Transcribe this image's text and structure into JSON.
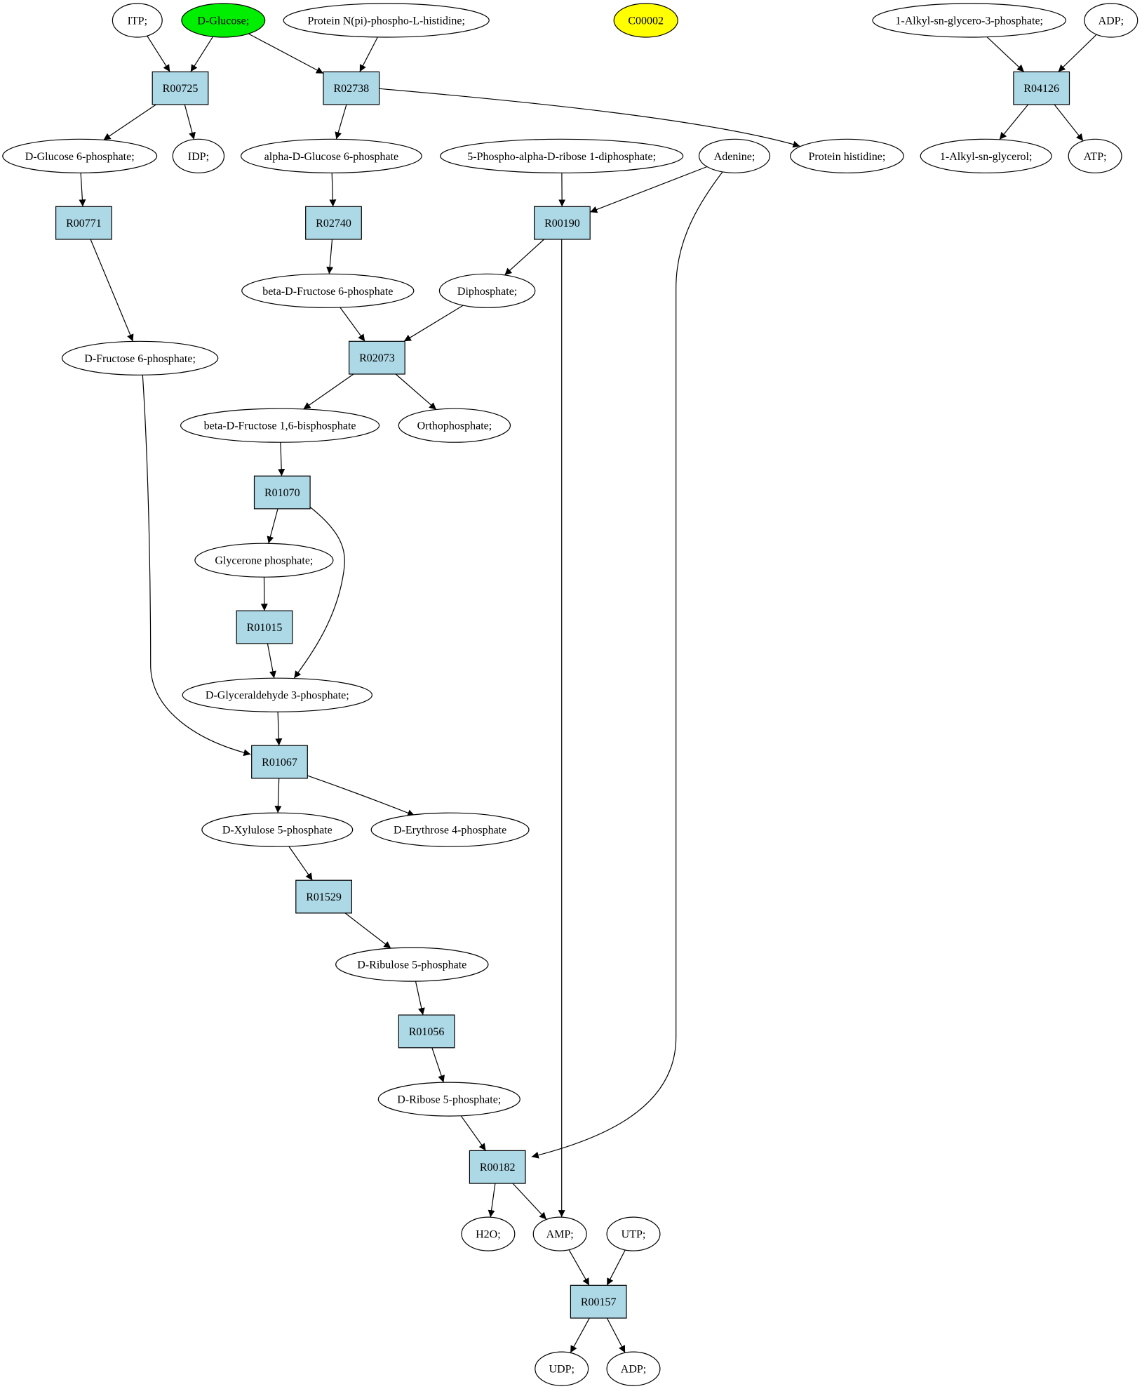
{
  "colors": {
    "reaction_fill": "#add8e6",
    "compound_fill": "#ffffff",
    "highlight_green": "#00ee00",
    "highlight_yellow": "#ffff00",
    "stroke": "#000000"
  },
  "compounds": [
    {
      "id": "itp",
      "label": "ITP;"
    },
    {
      "id": "dglucose",
      "label": "D-Glucose;",
      "fill": "#00ee00"
    },
    {
      "id": "protein_nphos",
      "label": "Protein N(pi)-phospho-L-histidine;"
    },
    {
      "id": "c00002",
      "label": "C00002",
      "fill": "#ffff00"
    },
    {
      "id": "alkyl_g3p",
      "label": "1-Alkyl-sn-glycero-3-phosphate;"
    },
    {
      "id": "adp_top",
      "label": "ADP;"
    },
    {
      "id": "g6p",
      "label": "D-Glucose 6-phosphate;"
    },
    {
      "id": "idp",
      "label": "IDP;"
    },
    {
      "id": "agluc6p",
      "label": "alpha-D-Glucose 6-phosphate"
    },
    {
      "id": "prpp",
      "label": "5-Phospho-alpha-D-ribose 1-diphosphate;"
    },
    {
      "id": "adenine",
      "label": "Adenine;"
    },
    {
      "id": "prot_his",
      "label": "Protein histidine;"
    },
    {
      "id": "alkyl_glycerol",
      "label": "1-Alkyl-sn-glycerol;"
    },
    {
      "id": "atp",
      "label": "ATP;"
    },
    {
      "id": "bfruc6p",
      "label": "beta-D-Fructose 6-phosphate"
    },
    {
      "id": "diphosphate",
      "label": "Diphosphate;"
    },
    {
      "id": "fruc6p",
      "label": "D-Fructose 6-phosphate;"
    },
    {
      "id": "bfbp",
      "label": "beta-D-Fructose 1,6-bisphosphate"
    },
    {
      "id": "orthophosphate",
      "label": "Orthophosphate;"
    },
    {
      "id": "glycerone_p",
      "label": "Glycerone phosphate;"
    },
    {
      "id": "gap",
      "label": "D-Glyceraldehyde 3-phosphate;"
    },
    {
      "id": "xylulose5p",
      "label": "D-Xylulose 5-phosphate"
    },
    {
      "id": "erythrose4p",
      "label": "D-Erythrose 4-phosphate"
    },
    {
      "id": "ribulose5p",
      "label": "D-Ribulose 5-phosphate"
    },
    {
      "id": "ribose5p",
      "label": "D-Ribose 5-phosphate;"
    },
    {
      "id": "h2o",
      "label": "H2O;"
    },
    {
      "id": "amp",
      "label": "AMP;"
    },
    {
      "id": "utp",
      "label": "UTP;"
    },
    {
      "id": "udp",
      "label": "UDP;"
    },
    {
      "id": "adp_bottom",
      "label": "ADP;"
    }
  ],
  "reactions": [
    {
      "id": "R00725",
      "label": "R00725"
    },
    {
      "id": "R02738",
      "label": "R02738"
    },
    {
      "id": "R04126",
      "label": "R04126"
    },
    {
      "id": "R00771",
      "label": "R00771"
    },
    {
      "id": "R02740",
      "label": "R02740"
    },
    {
      "id": "R00190",
      "label": "R00190"
    },
    {
      "id": "R02073",
      "label": "R02073"
    },
    {
      "id": "R01070",
      "label": "R01070"
    },
    {
      "id": "R01015",
      "label": "R01015"
    },
    {
      "id": "R01067",
      "label": "R01067"
    },
    {
      "id": "R01529",
      "label": "R01529"
    },
    {
      "id": "R01056",
      "label": "R01056"
    },
    {
      "id": "R00182",
      "label": "R00182"
    },
    {
      "id": "R00157",
      "label": "R00157"
    }
  ],
  "edges": [
    {
      "from": "itp",
      "to": "R00725"
    },
    {
      "from": "dglucose",
      "to": "R00725"
    },
    {
      "from": "dglucose",
      "to": "R02738"
    },
    {
      "from": "protein_nphos",
      "to": "R02738"
    },
    {
      "from": "alkyl_g3p",
      "to": "R04126"
    },
    {
      "from": "adp_top",
      "to": "R04126"
    },
    {
      "from": "R00725",
      "to": "g6p"
    },
    {
      "from": "R00725",
      "to": "idp"
    },
    {
      "from": "R02738",
      "to": "agluc6p"
    },
    {
      "from": "R02738",
      "to": "prot_his"
    },
    {
      "from": "R04126",
      "to": "alkyl_glycerol"
    },
    {
      "from": "R04126",
      "to": "atp"
    },
    {
      "from": "g6p",
      "to": "R00771"
    },
    {
      "from": "agluc6p",
      "to": "R02740"
    },
    {
      "from": "prpp",
      "to": "R00190"
    },
    {
      "from": "adenine",
      "to": "R00190"
    },
    {
      "from": "adenine",
      "to": "R00182"
    },
    {
      "from": "R00771",
      "to": "fruc6p"
    },
    {
      "from": "R02740",
      "to": "bfruc6p"
    },
    {
      "from": "R00190",
      "to": "diphosphate"
    },
    {
      "from": "R00190",
      "to": "amp"
    },
    {
      "from": "bfruc6p",
      "to": "R02073"
    },
    {
      "from": "diphosphate",
      "to": "R02073"
    },
    {
      "from": "R02073",
      "to": "bfbp"
    },
    {
      "from": "R02073",
      "to": "orthophosphate"
    },
    {
      "from": "bfbp",
      "to": "R01070"
    },
    {
      "from": "R01070",
      "to": "glycerone_p"
    },
    {
      "from": "R01070",
      "to": "gap"
    },
    {
      "from": "glycerone_p",
      "to": "R01015"
    },
    {
      "from": "R01015",
      "to": "gap"
    },
    {
      "from": "gap",
      "to": "R01067"
    },
    {
      "from": "fruc6p",
      "to": "R01067"
    },
    {
      "from": "R01067",
      "to": "xylulose5p"
    },
    {
      "from": "R01067",
      "to": "erythrose4p"
    },
    {
      "from": "xylulose5p",
      "to": "R01529"
    },
    {
      "from": "R01529",
      "to": "ribulose5p"
    },
    {
      "from": "ribulose5p",
      "to": "R01056"
    },
    {
      "from": "R01056",
      "to": "ribose5p"
    },
    {
      "from": "ribose5p",
      "to": "R00182"
    },
    {
      "from": "R00182",
      "to": "h2o"
    },
    {
      "from": "R00182",
      "to": "amp"
    },
    {
      "from": "amp",
      "to": "R00157"
    },
    {
      "from": "utp",
      "to": "R00157"
    },
    {
      "from": "R00157",
      "to": "udp"
    },
    {
      "from": "R00157",
      "to": "adp_bottom"
    }
  ]
}
